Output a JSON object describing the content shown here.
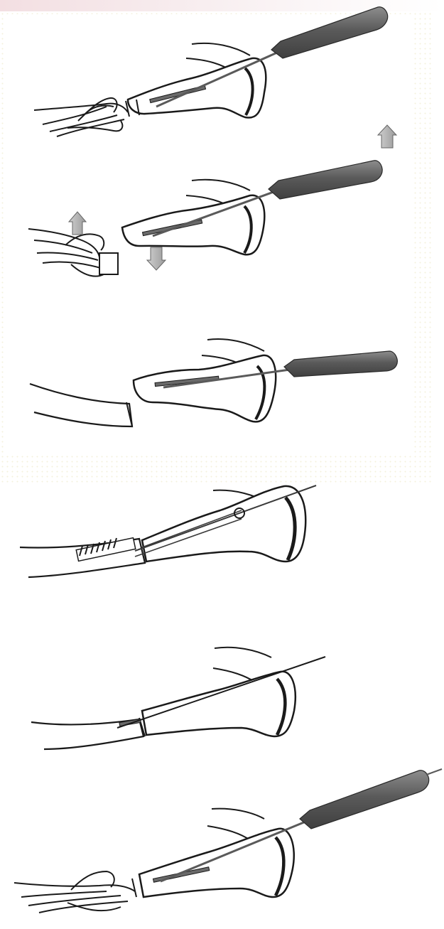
{
  "figure": {
    "panels": [
      {
        "id": "a",
        "content": "needle-handle-inserted-with-sutures"
      },
      {
        "id": "b",
        "content": "fragments-separated-with-arrows"
      },
      {
        "id": "c",
        "content": "needle-handle-in-proximal-fragment"
      },
      {
        "id": "d",
        "content": "screw-fixation-through-shaft"
      },
      {
        "id": "e",
        "content": "wire-through-shaft"
      },
      {
        "id": "f",
        "content": "needle-handle-with-sutures-reduced"
      }
    ],
    "colors": {
      "line": "#1a1a1a",
      "instrument_dark": "#5e5e5e",
      "instrument_light": "#9a9a9a",
      "arrow_fill": "#b5b5b5",
      "background_strip": "#f3dfe2",
      "dot_pattern": "#f3f1d8"
    },
    "icons": [
      "up-arrow-icon",
      "down-arrow-icon",
      "needle-handle-icon",
      "screw-icon"
    ]
  }
}
